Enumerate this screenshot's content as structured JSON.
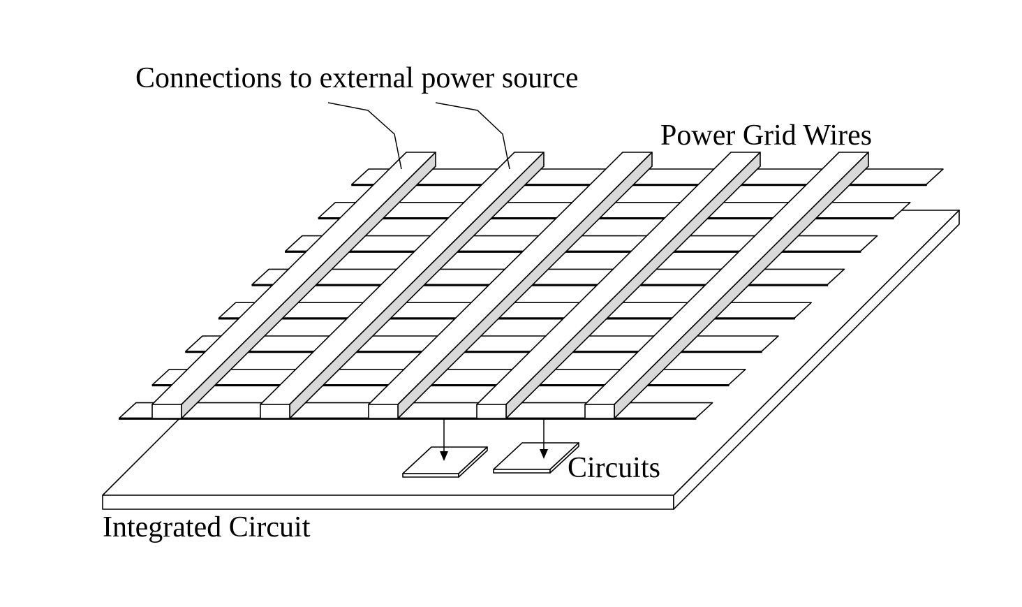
{
  "diagram": {
    "labels": {
      "connections": "Connections to external power source",
      "power_grid_wires": "Power Grid Wires",
      "circuits": "Circuits",
      "integrated_circuit": "Integrated Circuit"
    },
    "colors": {
      "line": "#000000",
      "fill_top": "#ffffff",
      "fill_side": "#d9d9d9",
      "fill_face": "#ffffff"
    }
  }
}
